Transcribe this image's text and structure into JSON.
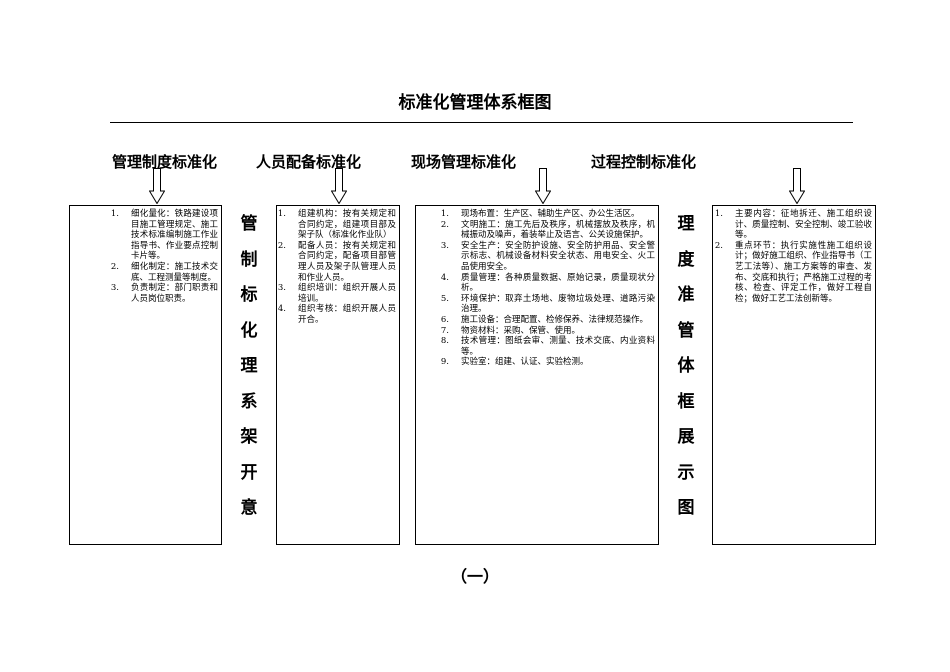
{
  "title": "标准化管理体系框图",
  "headers": [
    "管理制度标准化",
    "人员配备标准化",
    "现场管理标准化",
    "过程控制标准化"
  ],
  "col1": {
    "items": [
      {
        "num": "1.",
        "text": "细化量化：铁路建设项目施工管理规定、施工技术标准编制施工作业指导书、作业要点控制卡片等。"
      },
      {
        "num": "2.",
        "text": "细化制定：施工技术交底、工程测量等制度。"
      },
      {
        "num": "3.",
        "text": "负责制定：部门职责和人员岗位职责。"
      }
    ]
  },
  "col2": {
    "items": [
      {
        "num": "1.",
        "text": "组建机构：按有关规定和合同约定，组建项目部及架子队（标准化作业队）"
      },
      {
        "num": "2.",
        "text": "配备人员：按有关规定和合同约定，配备项目部管理人员及架子队管理人员和作业人员。"
      },
      {
        "num": "3.",
        "text": "组织培训：组织开展人员培训。"
      },
      {
        "num": "4.",
        "text": "组织考核：组织开展人员开合。"
      }
    ]
  },
  "col3": {
    "items": [
      {
        "num": "1.",
        "text": "现场布置：生产区、辅助生产区、办公生活区。"
      },
      {
        "num": "2.",
        "text": "文明施工：施工先后及秩序，机械摆放及秩序，机械振动及噪声，着装举止及语言、公关设施保护。"
      },
      {
        "num": "3.",
        "text": "安全生产：安全防护设施、安全防护用品、安全警示标志、机械设备材料安全状态、用电安全、火工品使用安全。"
      },
      {
        "num": "4.",
        "text": "质量管理：各种质量数据、原始记录，质量现状分析。"
      },
      {
        "num": "5.",
        "text": "环境保护：取弃土场地、废物垃圾处理、道路污染治理。"
      },
      {
        "num": "6.",
        "text": "施工设备：合理配置、检修保养、法律规范操作。"
      },
      {
        "num": "7.",
        "text": "物资材料：采购、保管、使用。"
      },
      {
        "num": "8.",
        "text": "技术管理：图纸会审、测量、技术交底、内业资料等。"
      },
      {
        "num": "9.",
        "text": "实验室：组建、认证、实验检测。"
      }
    ]
  },
  "col4": {
    "items": [
      {
        "num": "1.",
        "text": "主要内容：征地拆迁、施工组织设计、质量控制、安全控制、竣工验收等。"
      },
      {
        "num": "2.",
        "text": "重点环节：执行实施性施工组织设计；做好施工组织、作业指导书（工艺工法等）、施工方案等的审查、发布、交底和执行；严格施工过程的考核、检查、评定工作，做好工程自检；做好工艺工法创新等。"
      }
    ]
  },
  "vertical_left": [
    "管",
    "制",
    "标",
    "化",
    "理",
    "系",
    "架",
    "开",
    "意"
  ],
  "vertical_right": [
    "理",
    "度",
    "准",
    "管",
    "体",
    "框",
    "展",
    "示",
    "图"
  ],
  "footer": "（一）"
}
